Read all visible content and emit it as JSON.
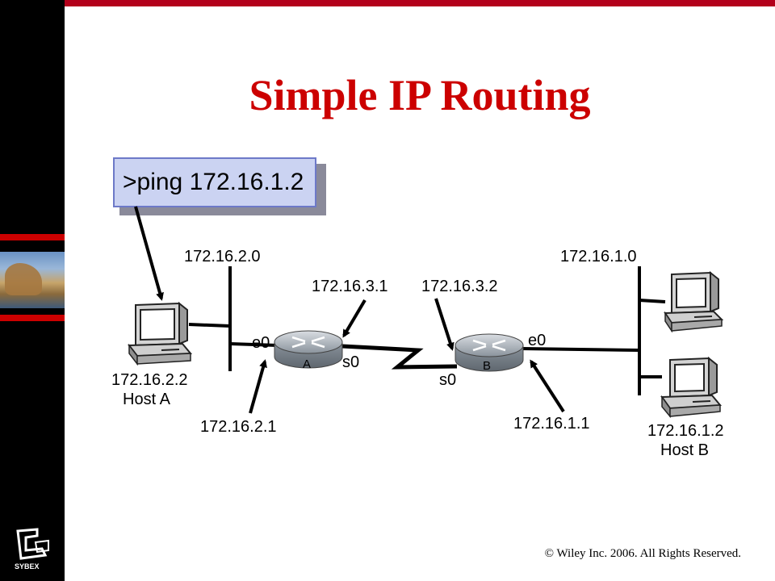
{
  "slide": {
    "title": "Simple IP Routing",
    "command": ">ping 172.16.1.2",
    "footer": "© Wiley Inc. 2006. All Rights Reserved.",
    "logo_text": "SYBEX"
  },
  "network": {
    "net_a": "172.16.2.0",
    "net_b": "172.16.1.0",
    "serial_a_ip": "172.16.3.1",
    "serial_b_ip": "172.16.3.2",
    "host_a_ip": "172.16.2.2",
    "host_a_name": "Host A",
    "host_b_ip": "172.16.1.2",
    "host_b_name": "Host B",
    "router_a_e0_ip": "172.16.2.1",
    "router_b_e0_ip": "172.16.1.1",
    "router_a_label": "A",
    "router_b_label": "B",
    "iface_e0": "e0",
    "iface_s0": "s0"
  },
  "colors": {
    "title": "#cc0000",
    "sidebar": "#000000",
    "accent_red": "#cc0000",
    "ping_box_fill": "#cbd3f2",
    "ping_box_border": "#6d79c8",
    "router_fill": "#9aa1a8"
  }
}
